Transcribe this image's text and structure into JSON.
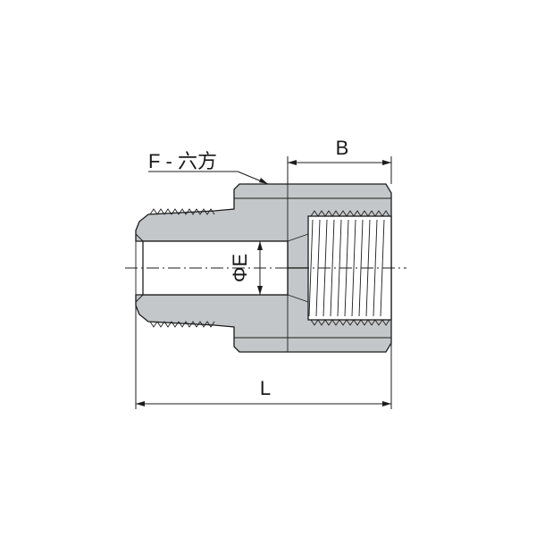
{
  "diagram": {
    "labels": {
      "hex": "F - 六方",
      "thread_length": "B",
      "bore_diameter": "ΦE",
      "overall_length": "L"
    },
    "colors": {
      "body": "#c4c7c9",
      "outline": "#1c1c1c",
      "background": "#ffffff"
    }
  }
}
